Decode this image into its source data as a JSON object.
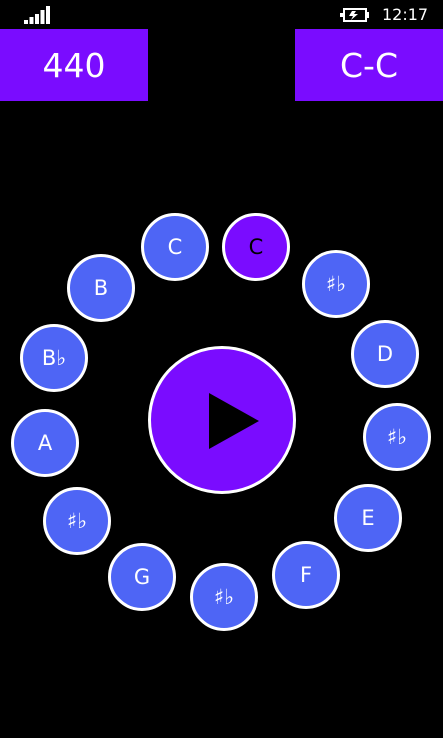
{
  "status_bar": {
    "time": "12:17",
    "signal_icon": "signal-bars-icon",
    "battery_icon": "battery-charging-icon"
  },
  "header": {
    "frequency": "440",
    "tuning": "C-C"
  },
  "notes": [
    {
      "label": "C"
    },
    {
      "label": "C"
    },
    {
      "label": "♯♭"
    },
    {
      "label": "D"
    },
    {
      "label": "♯♭"
    },
    {
      "label": "E"
    },
    {
      "label": "F"
    },
    {
      "label": "♯♭"
    },
    {
      "label": "G"
    },
    {
      "label": "♯♭"
    },
    {
      "label": "A"
    },
    {
      "label": "B♭"
    },
    {
      "label": "B"
    }
  ],
  "selected_note_index": 1,
  "play_icon": "play-icon",
  "colors": {
    "accent": "#7a0cff",
    "note_fill": "#4e65f5",
    "background": "#000000"
  }
}
